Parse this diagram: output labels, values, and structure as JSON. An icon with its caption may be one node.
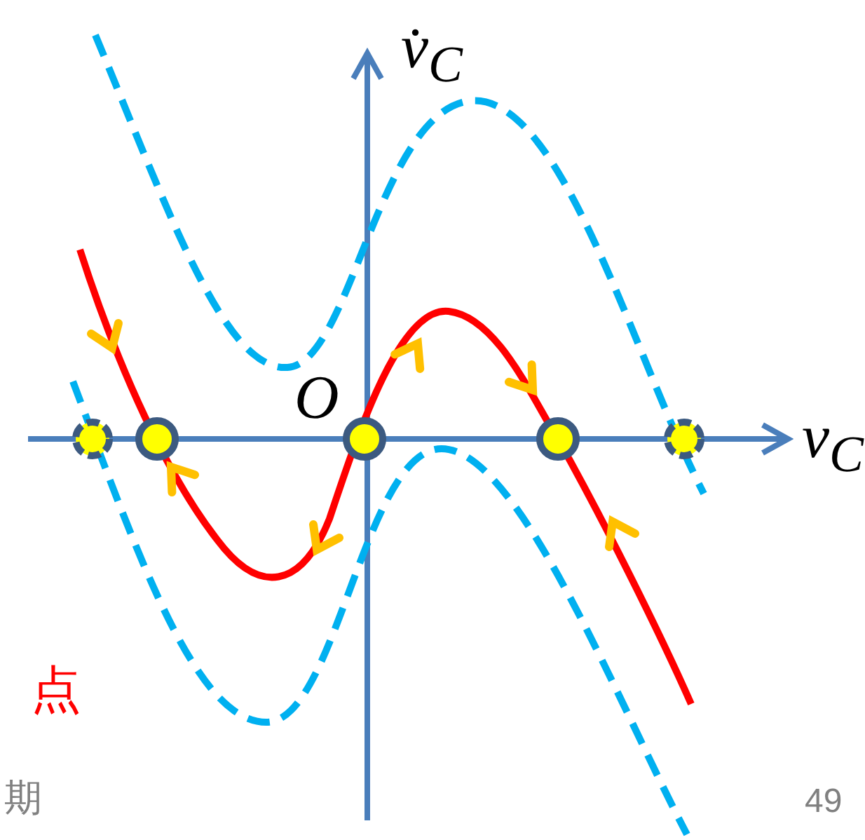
{
  "diagram": {
    "labels": [
      "v̇$_{C}$",
      "O",
      "v$_{C}$",
      "点",
      "期",
      "49"
    ]
  }
}
